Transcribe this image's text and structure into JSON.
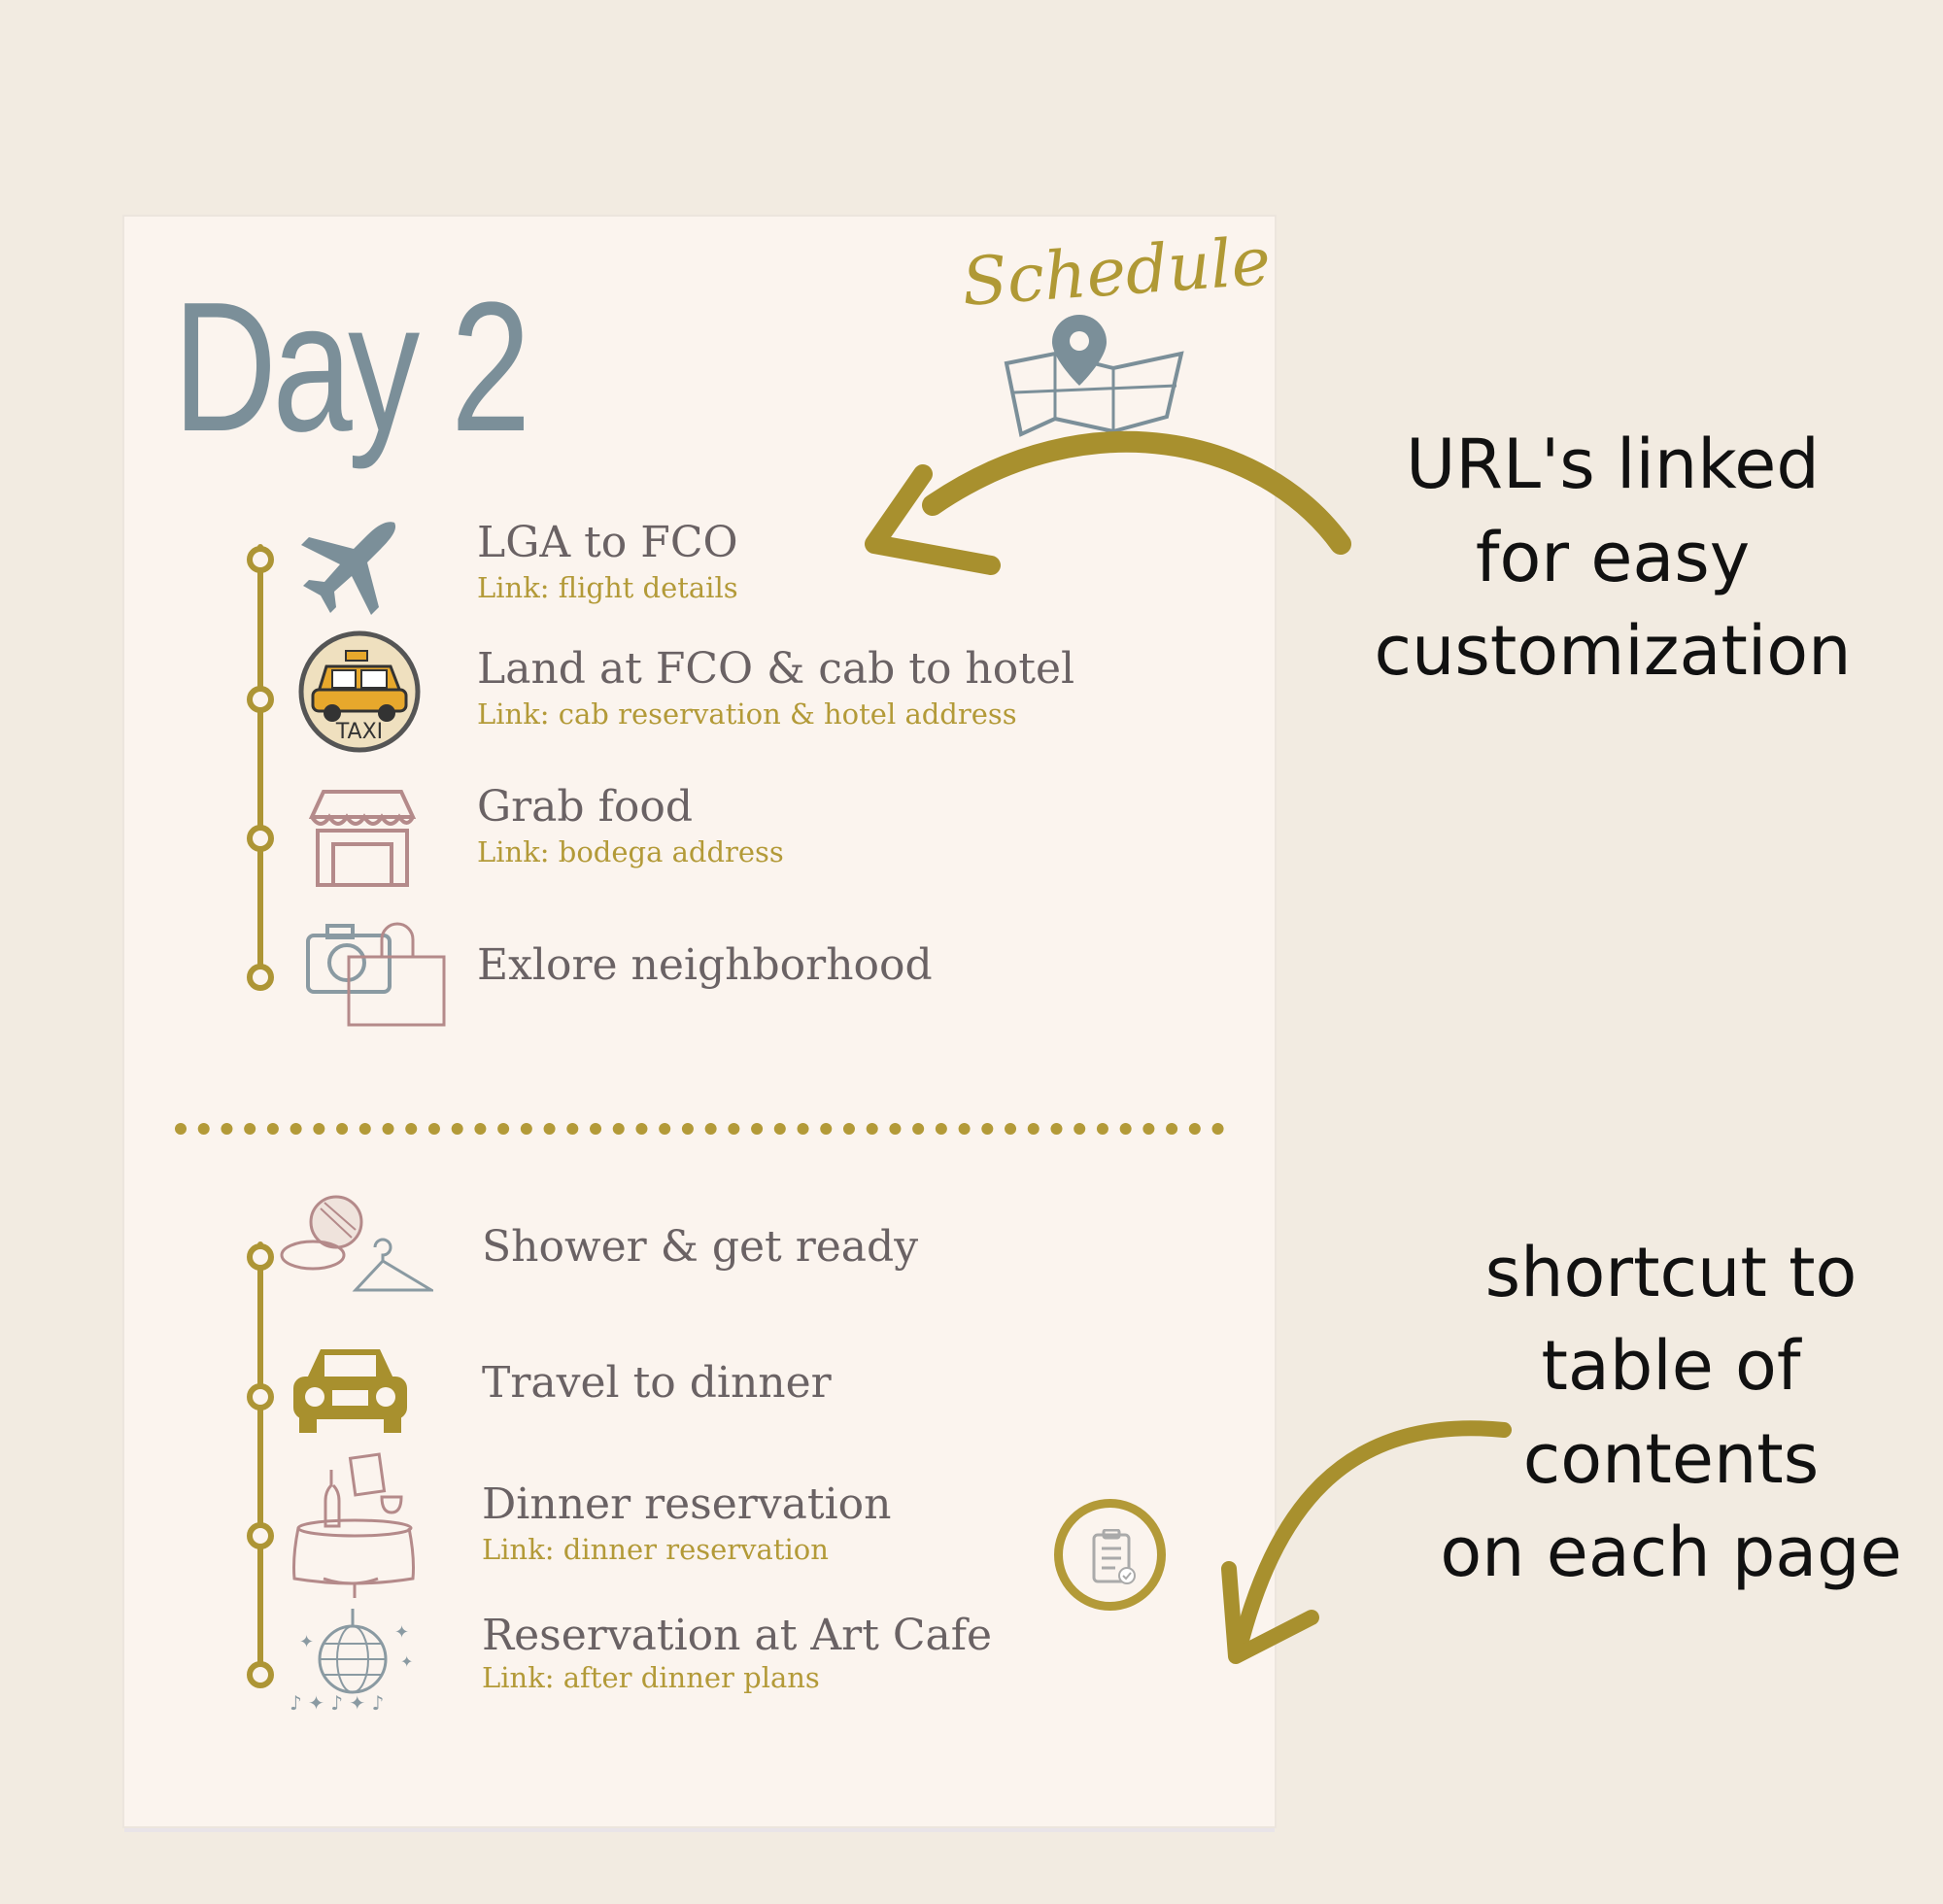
{
  "page": {
    "day_title": "Day 2",
    "schedule_label": "Schedule",
    "section1": [
      {
        "title": "LGA to FCO",
        "link": "Link: flight details",
        "icon": "airplane-icon"
      },
      {
        "title": "Land at FCO & cab to hotel",
        "link": "Link: cab reservation & hotel  address",
        "icon": "taxi-icon",
        "badge": "TAXI"
      },
      {
        "title": "Grab food",
        "link": "Link: bodega address",
        "icon": "storefront-icon"
      },
      {
        "title": "Exlore neighborhood",
        "link": "",
        "icon": "camera-shopping-bag-icon"
      }
    ],
    "section2": [
      {
        "title": "Shower & get ready",
        "link": "",
        "icon": "mirror-hanger-icon"
      },
      {
        "title": "Travel to dinner",
        "link": "",
        "icon": "car-icon"
      },
      {
        "title": "Dinner reservation",
        "link": "Link: dinner reservation",
        "icon": "dinner-table-icon"
      },
      {
        "title": "Reservation at Art Cafe",
        "link": "Link: after dinner plans",
        "icon": "disco-ball-icon"
      }
    ]
  },
  "annotations": {
    "top_note": [
      "URL's linked",
      "for easy",
      "customization"
    ],
    "bottom_note": [
      "shortcut to",
      "table of",
      "contents",
      "on each page"
    ]
  },
  "colors": {
    "background": "#f2ebe1",
    "page": "#fbf4ee",
    "gold": "#b39a38",
    "slate": "#7b8f99",
    "text": "#6a6264"
  }
}
